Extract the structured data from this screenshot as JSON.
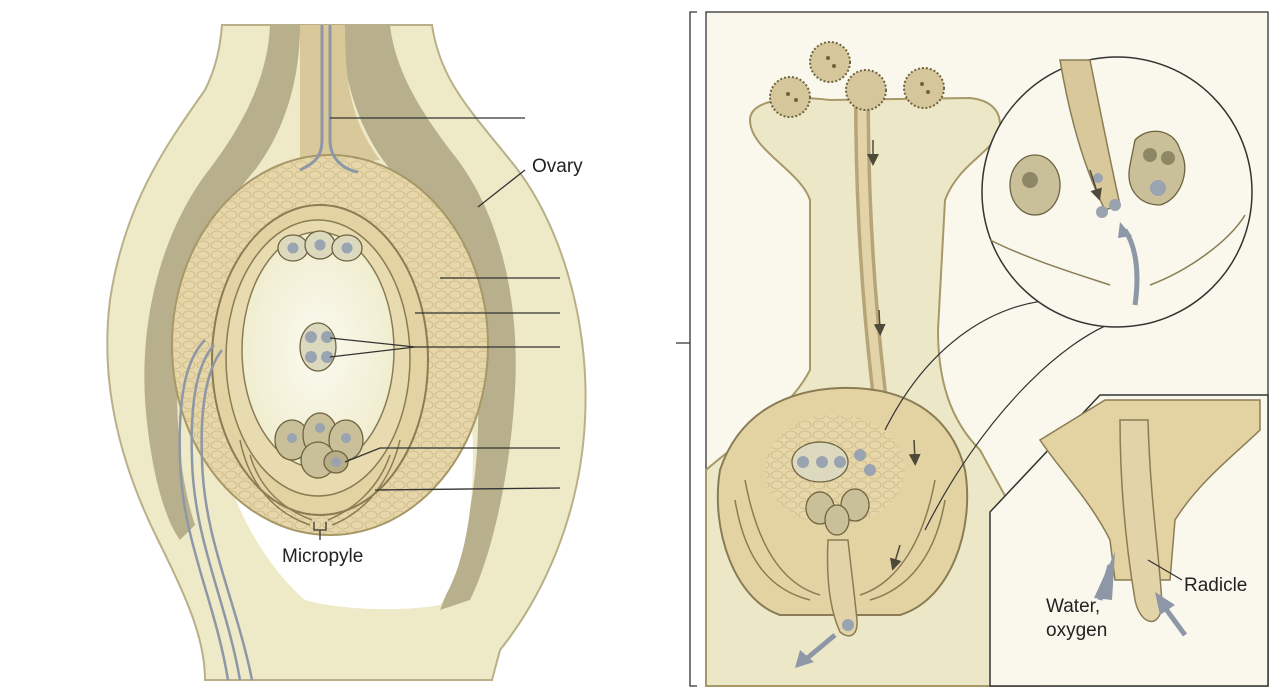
{
  "labels": {
    "ovary": "Ovary",
    "micropyle": "Micropyle",
    "radicle": "Radicle",
    "water_line1": "Water,",
    "water_line2": "oxygen"
  },
  "colors": {
    "ovary_fill": "#eeeac7",
    "ovary_wall": "#b8b08c",
    "tissue": "#e3d2a2",
    "tissue_dark": "#cdb884",
    "sac": "#f7f4dc",
    "nucleus": "#9aa3b0",
    "arrow": "#8e97a6",
    "outline": "#6e6440",
    "leader": "#333333"
  }
}
